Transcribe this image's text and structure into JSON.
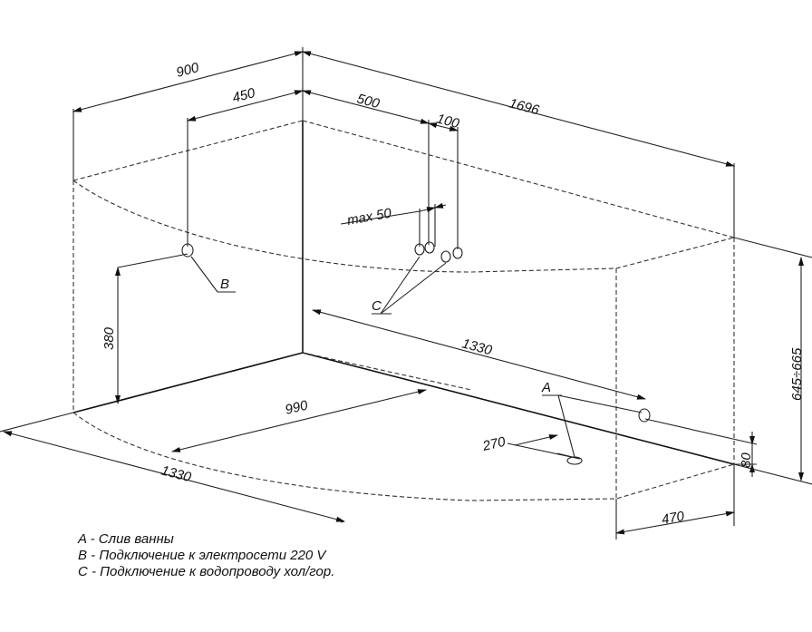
{
  "dimensions": {
    "width_top": "900",
    "width_half": "450",
    "offset_500": "500",
    "offset_100": "100",
    "length_top": "1696",
    "max_50": "max 50",
    "height_380": "380",
    "length_1330_floor": "1330",
    "width_990": "990",
    "length_1330_left": "1330",
    "offset_270": "270",
    "height_range": "645÷665",
    "height_80": "80",
    "width_470": "470"
  },
  "markers": {
    "a": "A",
    "b": "B",
    "c": "C"
  },
  "legend": [
    "A - Слив ванны",
    "B - Подключение к электросети 220 V",
    "C - Подключение к водопроводу хол/гор."
  ]
}
